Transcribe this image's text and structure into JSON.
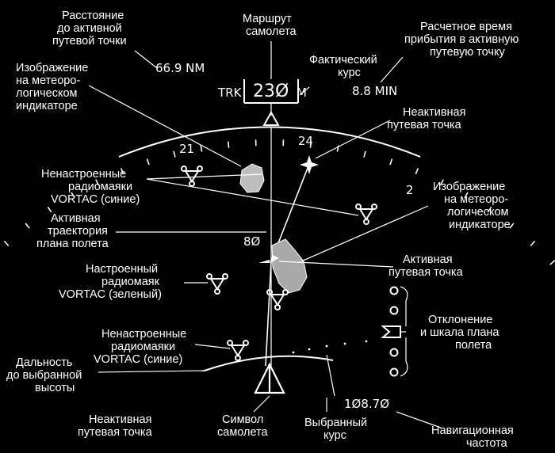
{
  "labels": {
    "dist_to_wpt_1": "Расстояние",
    "dist_to_wpt_2": "до активной",
    "dist_to_wpt_3": "путевой точки",
    "route_1": "Маршрут",
    "route_2": "самолета",
    "eta_1": "Расчетное время",
    "eta_2": "прибытия в активную",
    "eta_3": "путевую точку",
    "wx_left_1": "Изображение",
    "wx_left_2": "на метеоро-",
    "wx_left_3": "логическом",
    "wx_left_4": "индикаторе",
    "actual_course_1": "Фактический",
    "actual_course_2": "курс",
    "inactive_wpt_top_1": "Неактивная",
    "inactive_wpt_top_2": "путевая точка",
    "untuned_vortac_1": "Ненастроенные",
    "untuned_vortac_2": "радиомаяки",
    "untuned_vortac_3": "VORTAC (синие)",
    "wx_right_1": "Изображение",
    "wx_right_2": "на метеоро-",
    "wx_right_3": "логическом",
    "wx_right_4": "индикаторе",
    "active_path_1": "Активная",
    "active_path_2": "траектория",
    "active_path_3": "плана полета",
    "active_wpt_1": "Активная",
    "active_wpt_2": "путевая точка",
    "tuned_vortac_1": "Настроенный",
    "tuned_vortac_2": "радиомаяк",
    "tuned_vortac_3": "VORTAC (зеленый)",
    "deviation_1": "Отклонение",
    "deviation_2": "и шкала плана",
    "deviation_3": "полета",
    "untuned_vortac_b_1": "Ненастроенные",
    "untuned_vortac_b_2": "радиомаяки",
    "untuned_vortac_b_3": "VORTAC (синие)",
    "range_alt_1": "Дальность",
    "range_alt_2": "до выбранной",
    "range_alt_3": "высоты",
    "inactive_wpt_bottom_1": "Неактивная",
    "inactive_wpt_bottom_2": "путевая точка",
    "aircraft_symbol_1": "Символ",
    "aircraft_symbol_2": "самолета",
    "selected_course_1": "Выбранный",
    "selected_course_2": "курс",
    "nav_freq_1": "Навигационная",
    "nav_freq_2": "частота"
  },
  "readouts": {
    "distance": "66.9 NM",
    "eta": "8.8 MIN",
    "trk": "TRK",
    "heading": "23Ø",
    "mag": "M",
    "compass_21": "21",
    "compass_24": "24",
    "compass_27": "2",
    "range_mark": "8Ø",
    "nav_frequency": "1Ø8.7Ø"
  },
  "colors": {
    "background": "#000000",
    "foreground": "#ffffff",
    "weather": "#c8c8c8"
  }
}
